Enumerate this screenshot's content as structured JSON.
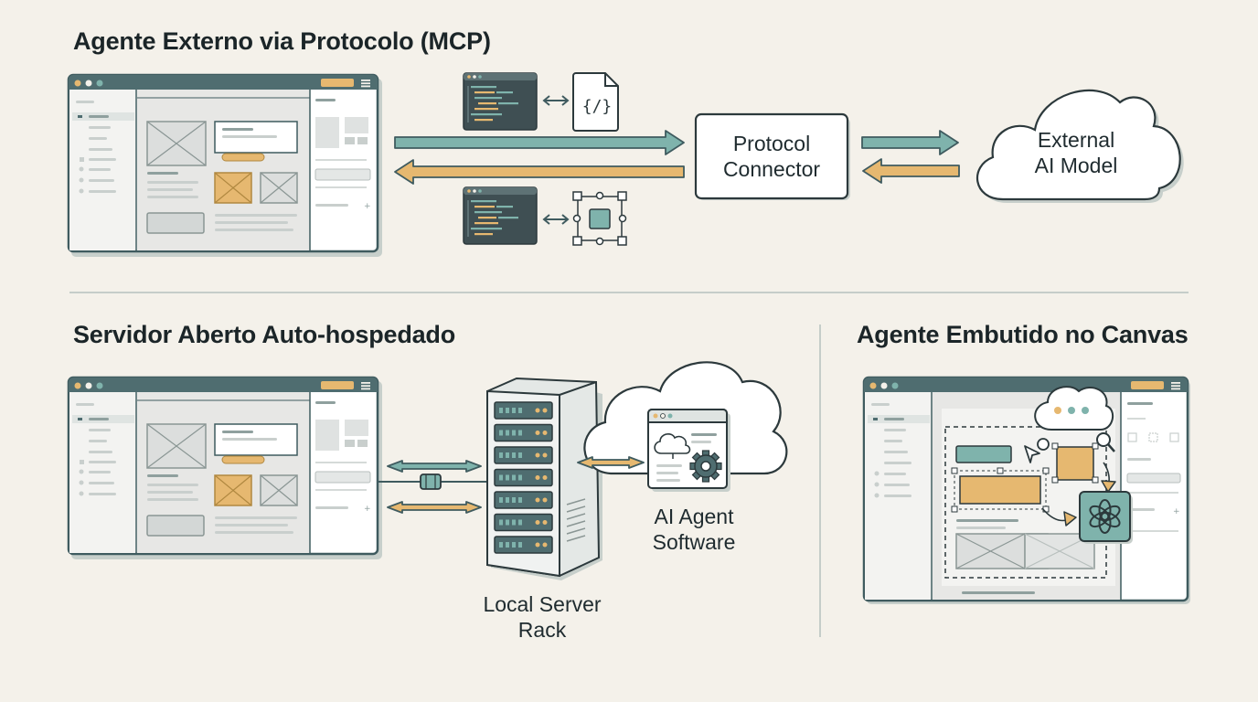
{
  "sections": {
    "top": {
      "title": "Agente Externo via Protocolo (MCP)"
    },
    "bottom_left": {
      "title": "Servidor Aberto Auto-hospedado"
    },
    "bottom_right": {
      "title": "Agente Embutido no Canvas"
    }
  },
  "nodes": {
    "protocol_connector": [
      "Protocol",
      "Connector"
    ],
    "external_model": [
      "External",
      "AI Model"
    ],
    "local_server": [
      "Local Server",
      "Rack"
    ],
    "agent_software": [
      "AI Agent",
      "Software"
    ]
  },
  "colors": {
    "teal": "#7fb3ac",
    "teal_dark": "#3f5f63",
    "orange": "#e6b870",
    "frame": "#3f5b5f",
    "panel": "#ececec",
    "background": "#f4f1ea"
  },
  "icons": [
    "code-file-icon",
    "component-icon",
    "gear-icon",
    "cloud-icon",
    "ai-logo-icon",
    "chat-bubble-icon",
    "cursor-icon",
    "magnifier-icon"
  ]
}
